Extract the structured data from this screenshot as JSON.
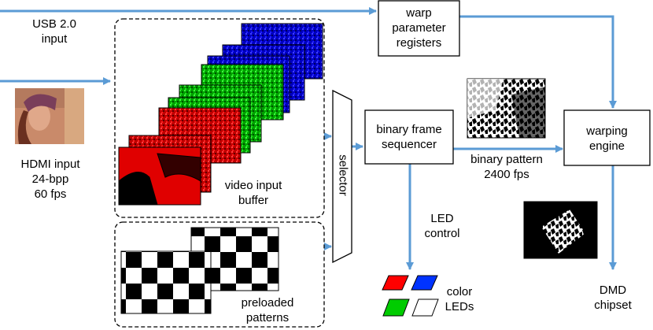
{
  "inputs": {
    "usb_line1": "USB 2.0",
    "usb_line2": "input",
    "hdmi_line1": "HDMI input",
    "hdmi_line2": "24-bpp",
    "hdmi_line3": "60 fps"
  },
  "blocks": {
    "warp_line1": "warp",
    "warp_line2": "parameter",
    "warp_line3": "registers",
    "selector": "selector",
    "sequencer_line1": "binary frame",
    "sequencer_line2": "sequencer",
    "warping_line1": "warping",
    "warping_line2": "engine"
  },
  "labels": {
    "video_buffer_line1": "video input",
    "video_buffer_line2": "buffer",
    "preloaded_line1": "preloaded",
    "preloaded_line2": "patterns",
    "binary_pattern_line1": "binary pattern",
    "binary_pattern_line2": "2400 fps",
    "led_control_line1": "LED",
    "led_control_line2": "control",
    "color_leds_line1": "color",
    "color_leds_line2": "LEDs",
    "dmd_line1": "DMD",
    "dmd_line2": "chipset"
  },
  "colors": {
    "arrow": "#5b9bd5",
    "frame_red": "#e00000",
    "frame_green": "#00c800",
    "frame_blue": "#0000e0",
    "led_red": "#ff0000",
    "led_blue": "#0033ff",
    "led_green": "#00cc00",
    "led_white": "#ffffff"
  }
}
